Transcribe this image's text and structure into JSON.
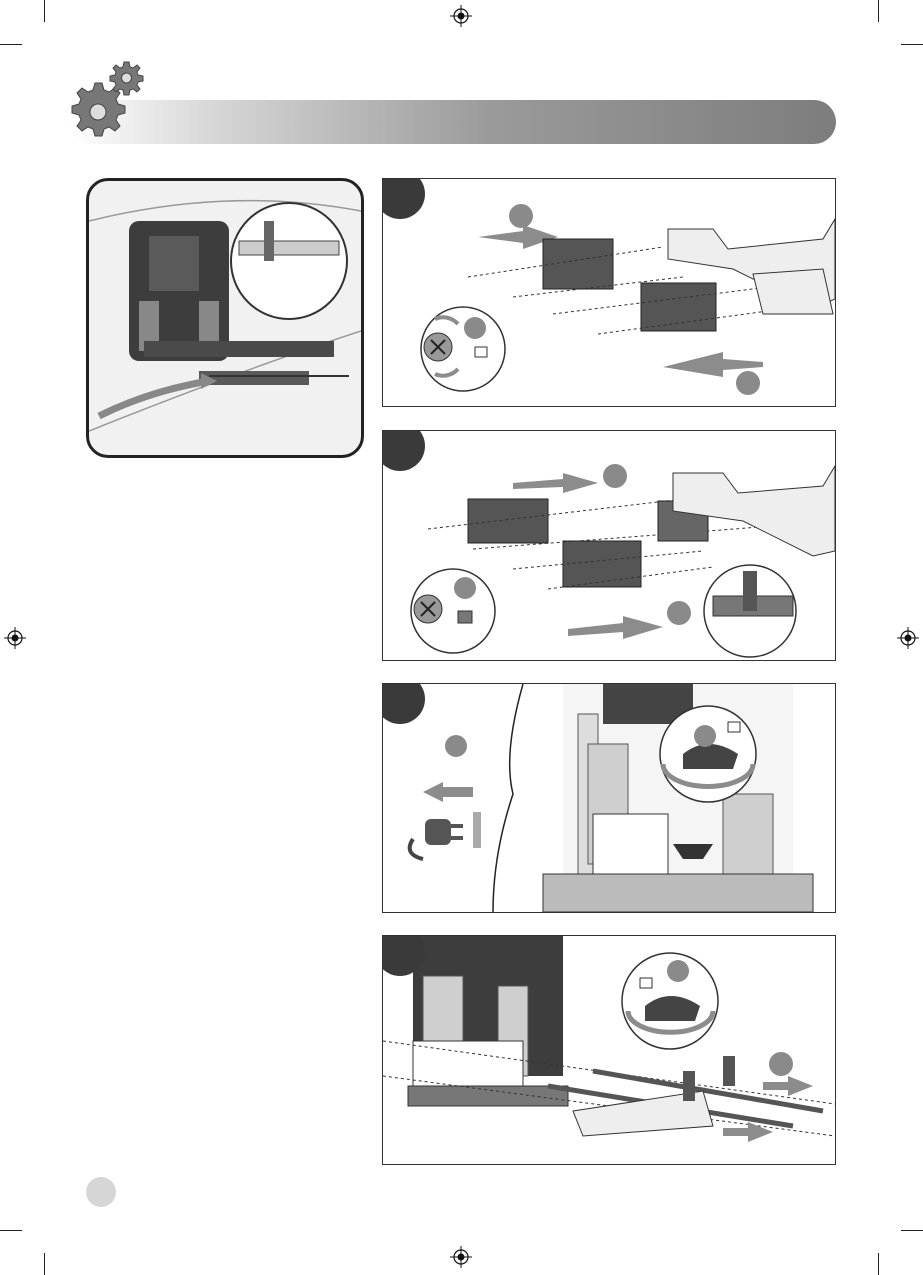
{
  "header": {
    "title": ""
  },
  "icons": {
    "gears": "gears-icon",
    "registration": "registration-mark-icon",
    "unlock": "padlock-open-icon",
    "lock": "padlock-closed-icon",
    "screwdriver": "phillips-screw-icon",
    "plug": "plug-disconnect-icon"
  },
  "steps": [
    {
      "id": "step-1",
      "badge": ""
    },
    {
      "id": "step-2",
      "badge": ""
    },
    {
      "id": "step-3",
      "badge": ""
    },
    {
      "id": "step-4",
      "badge": ""
    }
  ],
  "page": {
    "number": ""
  },
  "colors": {
    "badge": "#3a3a3a",
    "sub_badge": "#8a8a8a",
    "arrow": "#8c8c8c",
    "header_dark": "#7d7d7d"
  }
}
